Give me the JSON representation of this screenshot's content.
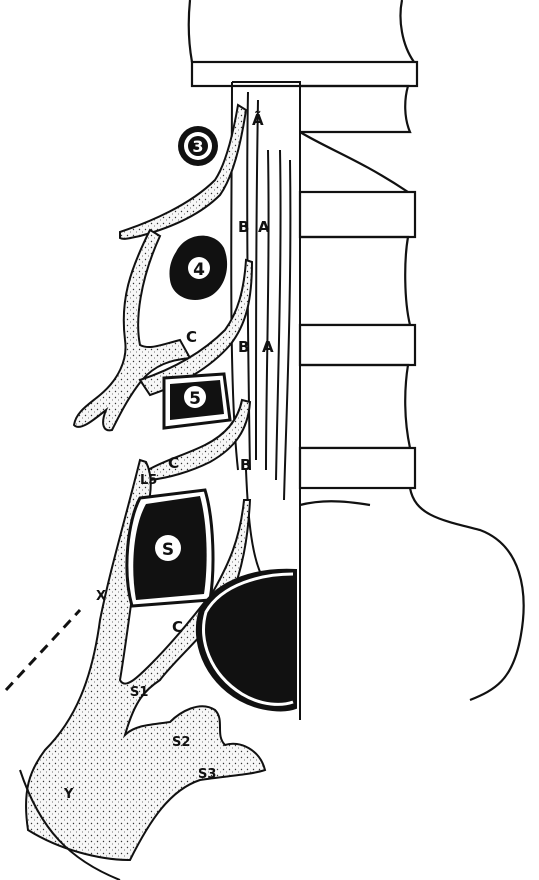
{
  "figure": {
    "vertebrae": {
      "l3": "3",
      "l4": "4",
      "l5": "5",
      "sacrum": "S"
    },
    "fiber_labels": {
      "a1": "Ã",
      "a2": "A",
      "a3": "A",
      "b1": "B",
      "b2": "B",
      "b3": "B",
      "c1": "C",
      "c2": "C",
      "c3": "C"
    },
    "nerve_labels": {
      "l5": "L5",
      "s1": "S1",
      "s2": "S2",
      "s3": "S3",
      "x": "X",
      "y": "Y"
    }
  },
  "colors": {
    "ink": "#111111",
    "paper": "#ffffff",
    "stipple": "#f3f3f3"
  }
}
